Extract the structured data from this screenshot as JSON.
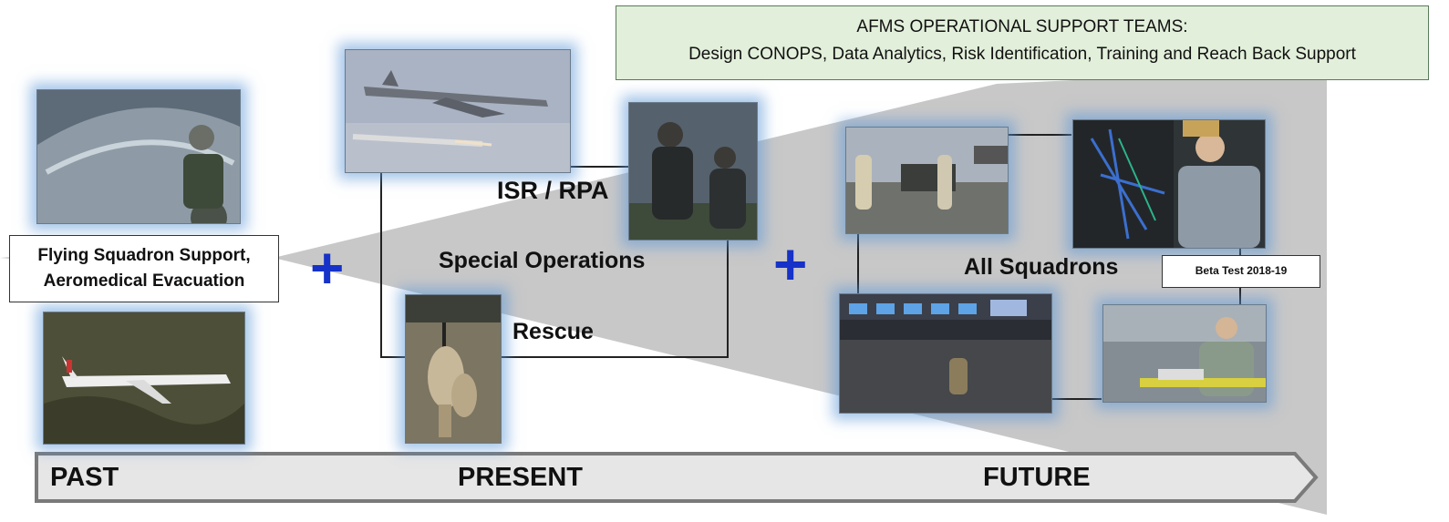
{
  "header": {
    "line1": "AFMS OPERATIONAL SUPPORT TEAMS:",
    "line2": "Design CONOPS, Data Analytics, Risk Identification, Training and Reach Back Support"
  },
  "flying_box": {
    "line1": "Flying Squadron Support,",
    "line2": "Aeromedical Evacuation"
  },
  "labels": {
    "isr": "ISR / RPA",
    "special_ops": "Special Operations",
    "rescue": "Rescue",
    "all_squadrons": "All Squadrons",
    "beta": "Beta Test 2018-19"
  },
  "plus_symbols": [
    "+",
    "+"
  ],
  "timeline": {
    "past": "PAST",
    "present": "PRESENT",
    "future": "FUTURE"
  },
  "colors": {
    "plus": "#1632c8",
    "header_bg": "#e2efda",
    "cone": "#c8c8c8",
    "glow": "#5a96d7"
  }
}
